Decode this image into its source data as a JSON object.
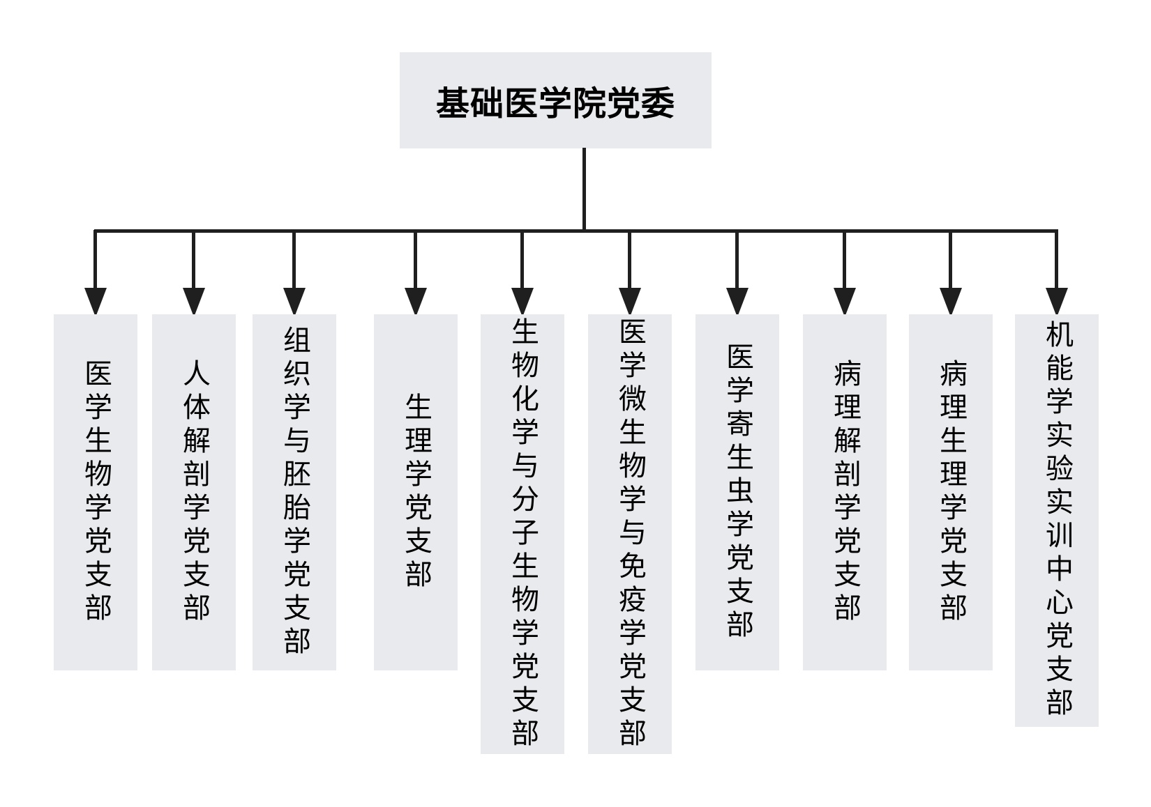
{
  "root": {
    "label": "基础医学院党委"
  },
  "branches": [
    {
      "label": "医学生物学党支部"
    },
    {
      "label": "人体解剖学党支部"
    },
    {
      "label": "组织学与胚胎学党支部"
    },
    {
      "label": "生理学党支部"
    },
    {
      "label": "生物化学与分子生物学党支部"
    },
    {
      "label": "医学微生物学与免疫学党支部"
    },
    {
      "label": "医学寄生虫学党支部"
    },
    {
      "label": "病理解剖学党支部"
    },
    {
      "label": "病理生理学党支部"
    },
    {
      "label": "机能学实验实训中心党支部"
    }
  ],
  "colors": {
    "node_background": "#e8eaed",
    "line": "#1f1f1f",
    "text": "#000000"
  }
}
